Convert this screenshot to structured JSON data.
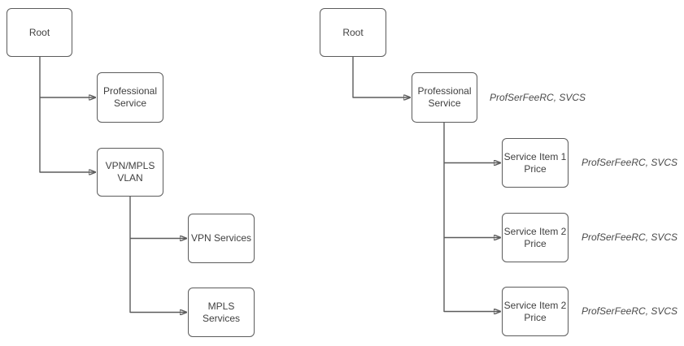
{
  "diagram": {
    "left": {
      "nodes": {
        "root": "Root",
        "professional_service": "Professional Service",
        "vpn_mpls_vlan": "VPN/MPLS VLAN",
        "vpn_services": "VPN Services",
        "mpls_services": "MPLS Services"
      }
    },
    "right": {
      "nodes": {
        "root": "Root",
        "professional_service": "Professional Service",
        "service_item_1": "Service Item 1 Price",
        "service_item_2": "Service Item 2 Price",
        "service_item_3": "Service Item 2 Price"
      },
      "annotations": {
        "professional_service": "ProfSerFeeRC, SVCS",
        "service_item_1": "ProfSerFeeRC, SVCS",
        "service_item_2": "ProfSerFeeRC, SVCS",
        "service_item_3": "ProfSerFeeRC, SVCS"
      }
    },
    "colors": {
      "node_border": "#5c5c5c",
      "node_fill": "#ffffff",
      "text": "#404040",
      "connector": "#5c5c5c",
      "background": "#ffffff"
    }
  }
}
